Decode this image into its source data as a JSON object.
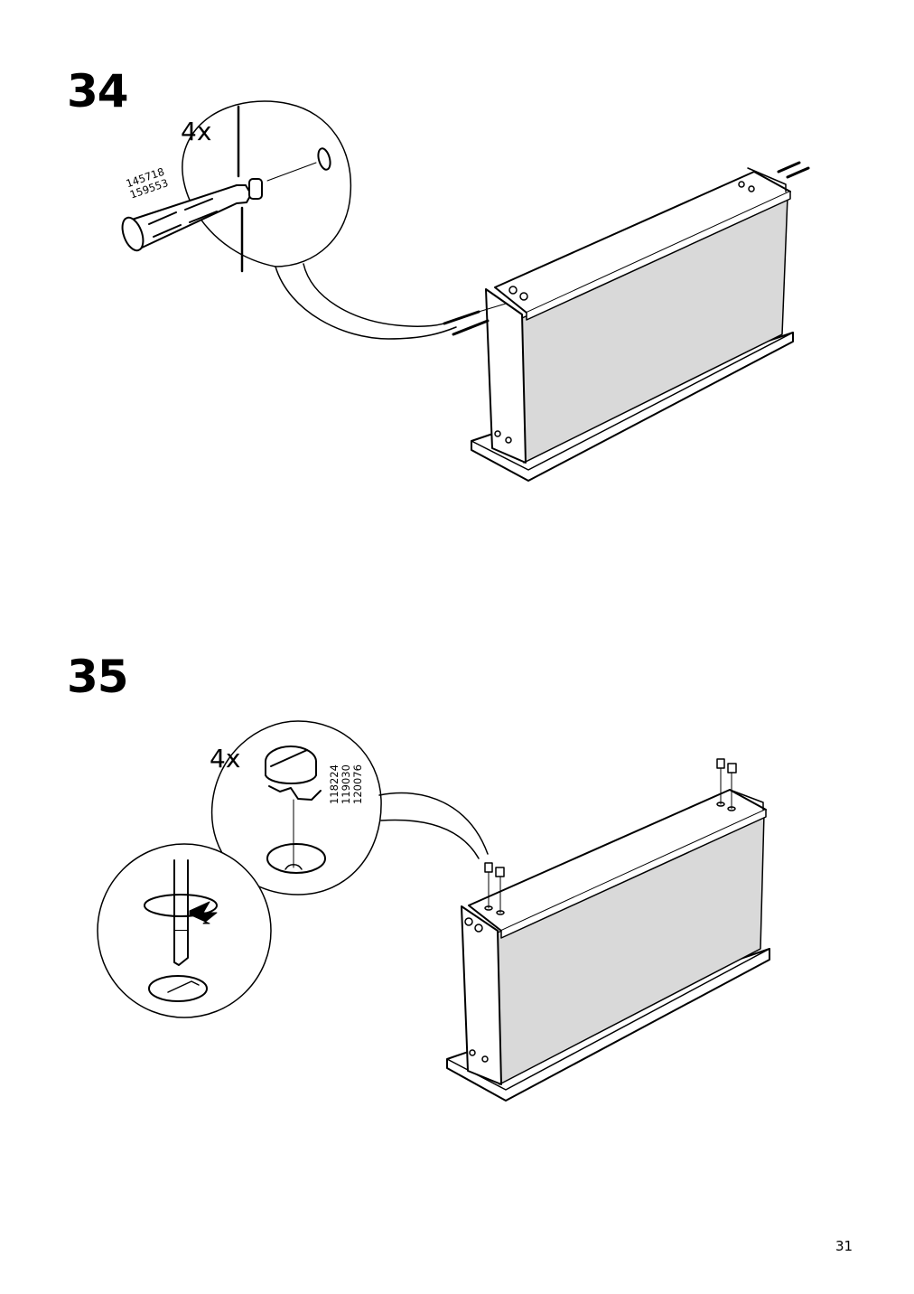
{
  "page": {
    "number": "31"
  },
  "steps": [
    {
      "number": "34",
      "quantity": "4x",
      "part_numbers": [
        "145718",
        "159553"
      ]
    },
    {
      "number": "35",
      "quantity": "4x",
      "part_numbers": [
        "118224",
        "119030",
        "120076"
      ]
    }
  ],
  "colors": {
    "panel_fill": "#d9d9d9",
    "line": "#000000",
    "background": "#ffffff"
  },
  "icons": [
    "wooden-dowel-icon",
    "cam-lock-icon",
    "screwdriver-icon",
    "rotate-arrow-icon"
  ]
}
